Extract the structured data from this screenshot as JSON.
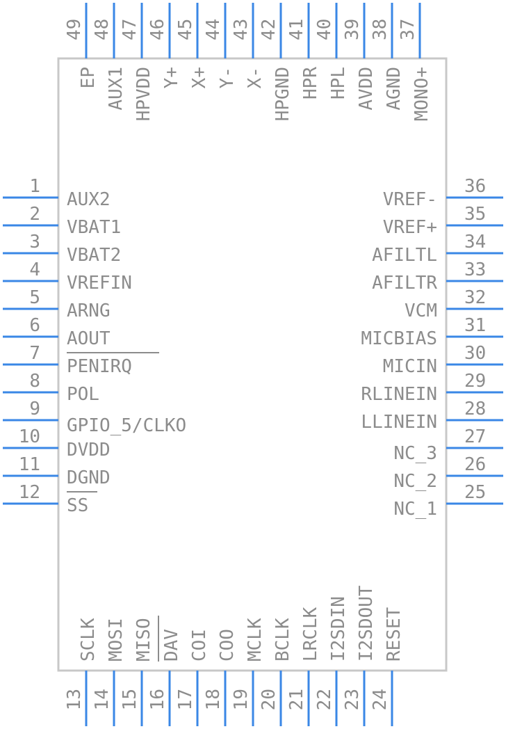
{
  "component": {
    "left_pins": [
      {
        "number": "1",
        "name": "AUX2"
      },
      {
        "number": "2",
        "name": "VBAT1"
      },
      {
        "number": "3",
        "name": "VBAT2"
      },
      {
        "number": "4",
        "name": "VREFIN"
      },
      {
        "number": "5",
        "name": "ARNG"
      },
      {
        "number": "6",
        "name": "AOUT"
      },
      {
        "number": "7",
        "name": "PENIRQ"
      },
      {
        "number": "8",
        "name": "POL"
      },
      {
        "number": "9",
        "name": "GPIO_5/CLKO"
      },
      {
        "number": "10",
        "name": "DVDD"
      },
      {
        "number": "11",
        "name": "DGND"
      },
      {
        "number": "12",
        "name": "SS"
      }
    ],
    "right_pins": [
      {
        "number": "36",
        "name": "VREF-"
      },
      {
        "number": "35",
        "name": "VREF+"
      },
      {
        "number": "34",
        "name": "AFILTL"
      },
      {
        "number": "33",
        "name": "AFILTR"
      },
      {
        "number": "32",
        "name": "VCM"
      },
      {
        "number": "31",
        "name": "MICBIAS"
      },
      {
        "number": "30",
        "name": "MICIN"
      },
      {
        "number": "29",
        "name": "RLINEIN"
      },
      {
        "number": "28",
        "name": "LLINEIN"
      },
      {
        "number": "27",
        "name": "NC_3"
      },
      {
        "number": "26",
        "name": "NC_2"
      },
      {
        "number": "25",
        "name": "NC_1"
      }
    ],
    "top_pins": [
      {
        "number": "49",
        "name": "EP"
      },
      {
        "number": "48",
        "name": "AUX1"
      },
      {
        "number": "47",
        "name": "HPVDD"
      },
      {
        "number": "46",
        "name": "Y+"
      },
      {
        "number": "45",
        "name": "X+"
      },
      {
        "number": "44",
        "name": "Y-"
      },
      {
        "number": "43",
        "name": "X-"
      },
      {
        "number": "42",
        "name": "HPGND"
      },
      {
        "number": "41",
        "name": "HPR"
      },
      {
        "number": "40",
        "name": "HPL"
      },
      {
        "number": "39",
        "name": "AVDD"
      },
      {
        "number": "38",
        "name": "AGND"
      },
      {
        "number": "37",
        "name": "MONO+"
      }
    ],
    "bottom_pins": [
      {
        "number": "13",
        "name": "SCLK"
      },
      {
        "number": "14",
        "name": "MOSI"
      },
      {
        "number": "15",
        "name": "MISO"
      },
      {
        "number": "16",
        "name": "DAV"
      },
      {
        "number": "17",
        "name": "COI"
      },
      {
        "number": "18",
        "name": "COO"
      },
      {
        "number": "19",
        "name": "MCLK"
      },
      {
        "number": "20",
        "name": "BCLK"
      },
      {
        "number": "21",
        "name": "LRCLK"
      },
      {
        "number": "22",
        "name": "I2SDIN"
      },
      {
        "number": "23",
        "name": "I2SDOUT"
      },
      {
        "number": "24",
        "name": "RESET"
      }
    ]
  },
  "colors": {
    "pin": "#3a87e6",
    "text": "#8c8c8c",
    "body_outline": "#c8c8c8"
  }
}
